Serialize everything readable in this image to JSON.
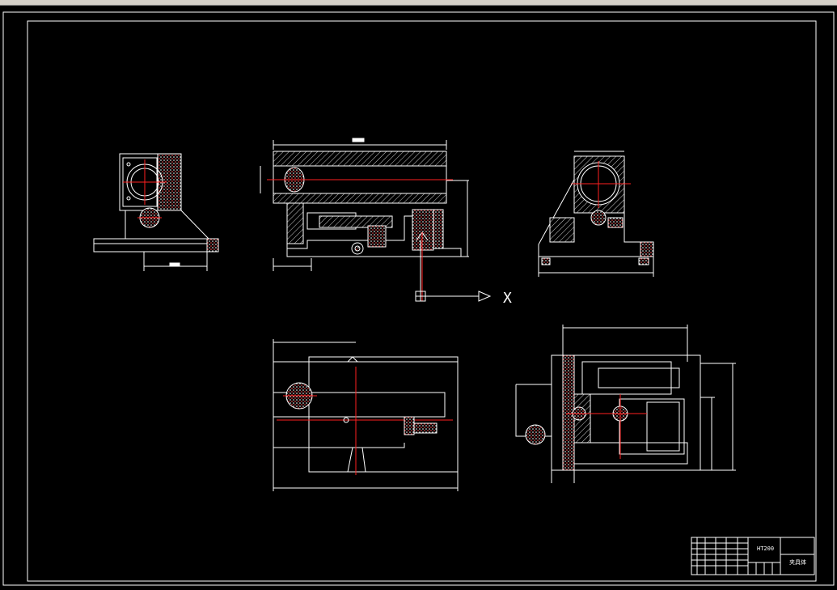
{
  "window": {
    "title": ""
  },
  "colors": {
    "background": "#000000",
    "line": "#ffffff",
    "center_line": "#ff2020",
    "hatch": "#ff4040",
    "dim": "#ffffff"
  },
  "drawing": {
    "axis_x_label": "X",
    "views": [
      {
        "name": "left-view"
      },
      {
        "name": "front-view"
      },
      {
        "name": "right-view"
      },
      {
        "name": "plan-view-left"
      },
      {
        "name": "plan-view-right"
      }
    ],
    "title_block": {
      "cell_a": "HT200",
      "cell_b": "夹具体"
    }
  }
}
